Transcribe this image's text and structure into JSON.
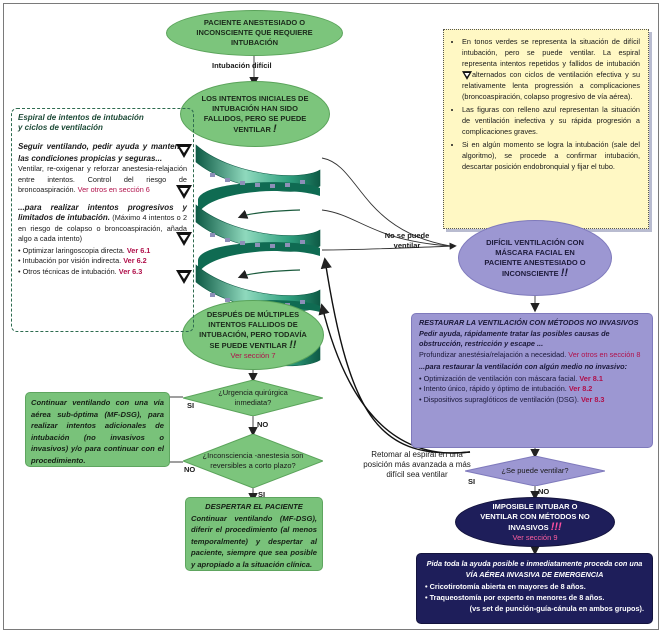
{
  "nodes": {
    "start": "PACIENTE ANESTESIADO O INCONSCIENTE QUE REQUIERE INTUBACIÓN",
    "edge_difficult": "Intubación   difícil",
    "initial_failed": "LOS INTENTOS INICIALES DE INTUBACIÓN HAN SIDO FALLIDOS, PERO SE PUEDE VENTILAR",
    "initial_failed_mark": "!",
    "multiple_failed": "DESPUÉS DE MÚLTIPLES INTENTOS FALLIDOS DE INTUBACIÓN, PERO TODAVÍA SE PUEDE VENTILAR",
    "multiple_failed_mark": "!!",
    "multiple_failed_ref": "Ver sección 7",
    "decision_urgency": "¿Urgencia quirúrgica inmediata?",
    "decision_reversible": "¿Inconsciencia -anestesia son reversibles a corto plazo?",
    "decision_ventilate": "¿Se puede ventilar?",
    "difficult_ventilation": "DIFÍCIL VENTILACIÓN CON MÁSCARA FACIAL EN PACIENTE ANESTESIADO O INCONSCIENTE",
    "difficult_ventilation_mark": "!!",
    "impossible": "IMPOSIBLE INTUBAR O VENTILAR CON MÉTODOS NO INVASIVOS",
    "impossible_mark": "!!!",
    "impossible_ref": "Ver sección 9"
  },
  "edge_labels": {
    "si_1": "SI",
    "no_1": "NO",
    "no_2": "NO",
    "si_2": "SI",
    "si_3": "SI",
    "no_3": "NO",
    "cannot_ventilate": "No se puede ventilar",
    "return_spiral": "Retomar al espiral en una posición más avanzada a más difícil sea ventilar"
  },
  "spiral_box": {
    "title_1": "Espiral de intentos de intubación",
    "title_2": "y ciclos de ventilación",
    "para1_bold": "Seguir ventilando, pedir ayuda y mantener las condiciones propicias y seguras...",
    "para1_text": "Ventilar, re-oxigenar y reforzar anestesia-relajación entre intentos. Control del riesgo de broncoaspiración.",
    "para1_ref": "Ver otros en sección 6",
    "para2_bold": "...para realizar intentos progresivos y limitados de intubación.",
    "para2_text": "(Máximo 4 intentos o 2 en riesgo de colapso o broncoaspiración, añada algo a cada intento)",
    "bullets": [
      {
        "text": "Optimizar laringoscopia directa.",
        "ref": "Ver 6.1"
      },
      {
        "text": "Intubación por visión indirecta.",
        "ref": "Ver 6.2"
      },
      {
        "text": "Otros técnicas de intubación.",
        "ref": "Ver 6.3"
      }
    ]
  },
  "legend": {
    "item1_a": "En tonos verdes se representa la situación de difícil intubación, pero se puede ventilar. La espiral representa intentos repetidos y fallidos de intubación",
    "item1_b": "alternados con ciclos de ventilación efectiva y su relativamente lenta progressión a complicaciones (broncoaspiración, colapso progresivo de vía aérea).",
    "item2": "Las figuras con relleno azul representan la situación de ventilación inefectiva y su rápida progresión a complicaciones graves.",
    "item3": "Si en algún momento se logra la intubación (sale del algoritmo), se procede a confirmar intubación, descartar posición endobronquial y fijar el tubo."
  },
  "continue_box": "Continuar ventilando con una vía aérea sub-óptima (MF-DSG), para realizar intentos adicionales de intubación (no invasivos o invasivos) y/o para continuar con el procedimiento.",
  "wake_box": {
    "title": "DESPERTAR EL PACIENTE",
    "text": "Continuar ventilando (MF-DSG), diferir el procedimiento (al menos temporalmente) y despertar al paciente, siempre que sea posible y apropiado a la situación clínica."
  },
  "restore_box": {
    "title": "RESTAURAR LA VENTILACIÓN CON MÉTODOS NO INVASIVOS",
    "subtitle": "Pedir ayuda, rápidamente tratar las posibles causas de obstrucción, restricción y escape ...",
    "text": "Profundizar anestésia/relajación a necesidad.",
    "text_ref": "Ver otros en sección 8",
    "sub2": "...para restaurar la ventilación con algún medio no invasivo:",
    "bullets": [
      {
        "text": "Optimización de ventilación con máscara facial.",
        "ref": "Ver 8.1"
      },
      {
        "text": "Intento único, rápido y óptimo de intubación.",
        "ref": "Ver 8.2"
      },
      {
        "text": "Dispositivos supraglóticos de ventilación (DSG).",
        "ref": "Ver 8.3"
      }
    ]
  },
  "emergency_box": {
    "line1": "Pida toda la ayuda posible e inmediatamente proceda con una VÍA AÉREA INVASIVA DE EMERGENCIA",
    "bullets": [
      "Cricotirotomía abierta en mayores de 8 años.",
      "Traqueostomía por experto en menores de 8 años."
    ],
    "note": "(vs set de punción-guía-cánula en ambos grupos)."
  },
  "colors": {
    "green": "#7cc57c",
    "purple": "#9c97d2",
    "navy": "#1e1e5a",
    "ref": "#b0104a",
    "legend_bg": "#fff8c4",
    "spiral_teal": "#2a9a78"
  }
}
